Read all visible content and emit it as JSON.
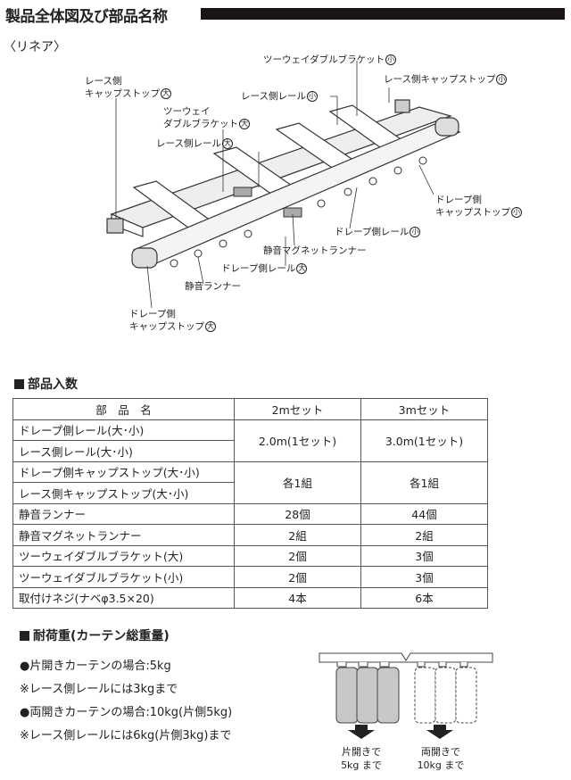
{
  "header": {
    "title": "製品全体図及び部品名称",
    "subtitle": "〈リネア〉"
  },
  "diagram": {
    "labels": [
      {
        "l1": "レース側",
        "l2": "キャップストップ",
        "size": "大"
      },
      {
        "l1": "ツーウェイ",
        "l2": "ダブルブラケット",
        "size": "大"
      },
      {
        "l1": "",
        "l2": "レース側レール",
        "size": "大"
      },
      {
        "l1": "",
        "l2": "ツーウェイダブルブラケット",
        "size": "小"
      },
      {
        "l1": "",
        "l2": "レース側レール",
        "size": "小"
      },
      {
        "l1": "",
        "l2": "レース側キャップストップ",
        "size": "小"
      },
      {
        "l1": "ドレープ側",
        "l2": "キャップストップ",
        "size": "小"
      },
      {
        "l1": "",
        "l2": "ドレープ側レール",
        "size": "小"
      },
      {
        "l1": "",
        "l2": "静音マグネットランナー",
        "size": ""
      },
      {
        "l1": "",
        "l2": "ドレープ側レール",
        "size": "大"
      },
      {
        "l1": "",
        "l2": "静音ランナー",
        "size": ""
      },
      {
        "l1": "ドレープ側",
        "l2": "キャップストップ",
        "size": "大"
      }
    ]
  },
  "parts": {
    "title": "部品入数",
    "headers": [
      "部　品　名",
      "2mセット",
      "3mセット"
    ],
    "rows": [
      {
        "names": [
          "ドレープ側レール(大･小)",
          "レース側レール(大･小)"
        ],
        "v2": "2.0m(1セット)",
        "v3": "3.0m(1セット)"
      },
      {
        "names": [
          "ドレープ側キャップストップ(大･小)",
          "レース側キャップストップ(大･小)"
        ],
        "v2": "各1組",
        "v3": "各1組"
      },
      {
        "names": [
          "静音ランナー"
        ],
        "v2": "28個",
        "v3": "44個"
      },
      {
        "names": [
          "静音マグネットランナー"
        ],
        "v2": "2組",
        "v3": "2組"
      },
      {
        "names": [
          "ツーウェイダブルブラケット(大)"
        ],
        "v2": "2個",
        "v3": "3個"
      },
      {
        "names": [
          "ツーウェイダブルブラケット(小)"
        ],
        "v2": "2個",
        "v3": "3個"
      },
      {
        "names": [
          "取付けネジ(ナベφ3.5×20)"
        ],
        "v2": "4本",
        "v3": "6本"
      }
    ]
  },
  "load": {
    "title": "耐荷重(カーテン総重量)",
    "lines": [
      "●片開きカーテンの場合:5kg",
      "※レース側レールには3kgまで",
      "●両開きカーテンの場合:10kg(片側5kg)",
      "※レース側レールには6kg(片側3kg)まで"
    ],
    "cap_left": [
      "片開きで",
      "5kg まで"
    ],
    "cap_right": [
      "両開きで",
      "10kg まで"
    ]
  }
}
